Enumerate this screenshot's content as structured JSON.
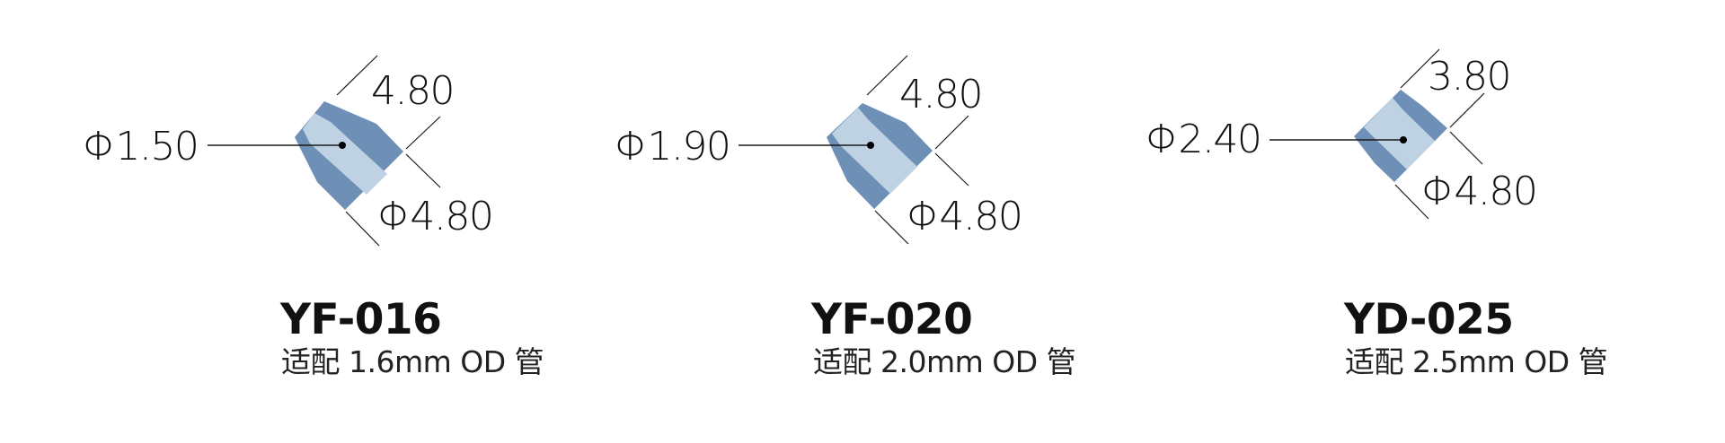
{
  "colors": {
    "dark_band": "#6E90B6",
    "light_band": "#BED2E4",
    "line": "#1a1a1a",
    "text": "#111111"
  },
  "parts": [
    {
      "model": "YF-016",
      "subtitle": "适配 1.6mm OD 管",
      "inner_diameter": "Φ1.50",
      "length": "4.80",
      "outer_diameter": "Φ4.80"
    },
    {
      "model": "YF-020",
      "subtitle": "适配 2.0mm OD 管",
      "inner_diameter": "Φ1.90",
      "length": "4.80",
      "outer_diameter": "Φ4.80"
    },
    {
      "model": "YD-025",
      "subtitle": "适配 2.5mm OD 管",
      "inner_diameter": "Φ2.40",
      "length": "3.80",
      "outer_diameter": "Φ4.80"
    }
  ]
}
